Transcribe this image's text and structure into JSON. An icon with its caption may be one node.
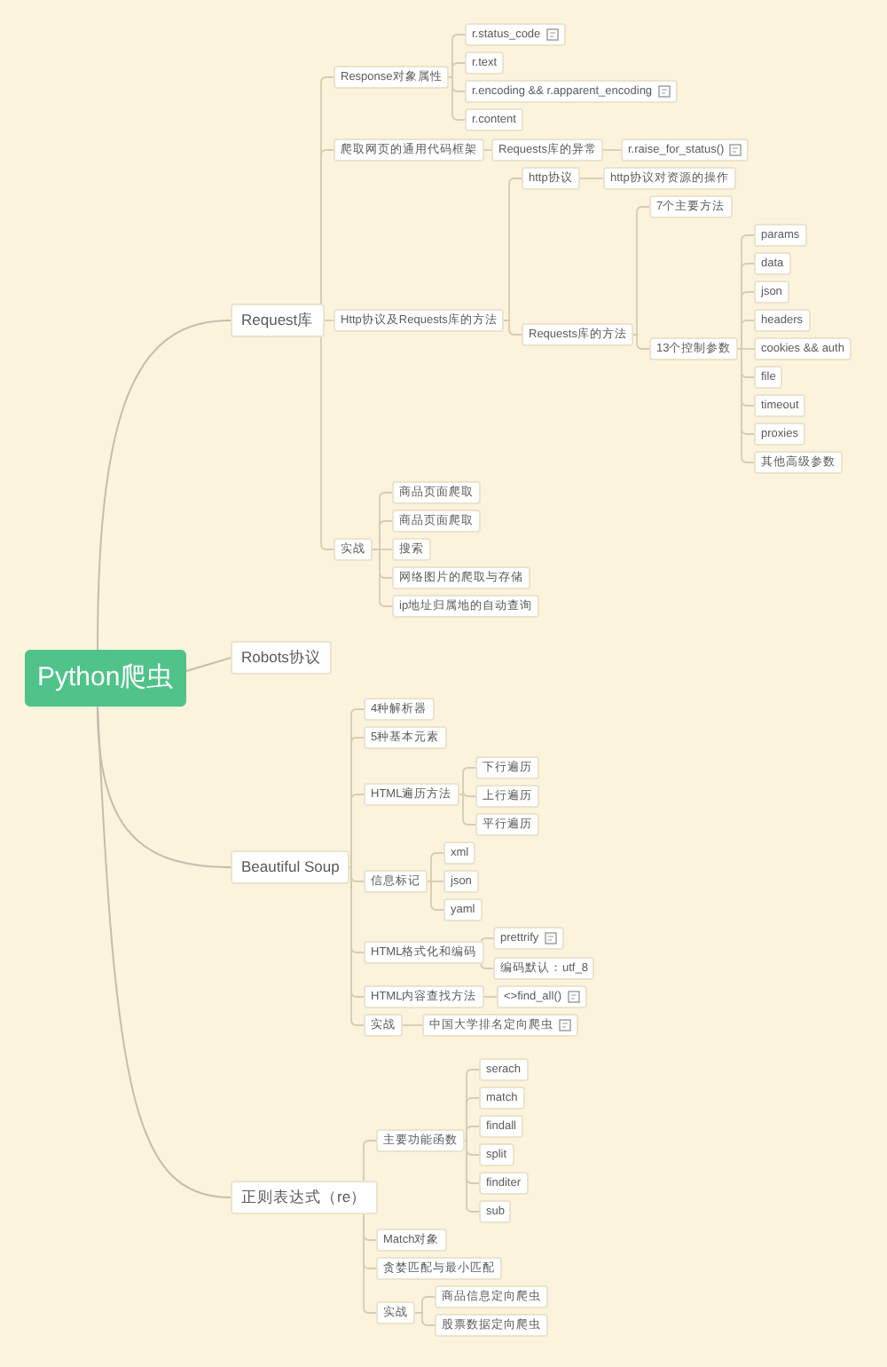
{
  "diagram": {
    "nodes": [
      {
        "text": [
          "Python爬虫"
        ]
      },
      {
        "text": [
          "Request库"
        ]
      },
      {
        "text": [
          "Response对象属性"
        ]
      },
      {
        "text": [
          "r.status_code"
        ]
      },
      {
        "text": [
          "r.text"
        ]
      },
      {
        "text": [
          "r.encoding && r.apparent_encoding"
        ]
      },
      {
        "text": [
          "r.content"
        ]
      },
      {
        "text": [
          "爬取网页的通用代码框架"
        ]
      },
      {
        "text": [
          "Requests库的异常"
        ]
      },
      {
        "text": [
          "r.raise_for_status()"
        ]
      },
      {
        "text": [
          "Http协议及Requests库的方法"
        ]
      },
      {
        "text": [
          "http协议"
        ]
      },
      {
        "text": [
          "http协议对资源的操作"
        ]
      },
      {
        "text": [
          "Requests库的方法"
        ]
      },
      {
        "text": [
          "7个主要方法"
        ]
      },
      {
        "text": [
          "13个控制参数"
        ]
      },
      {
        "text": [
          "params"
        ]
      },
      {
        "text": [
          "data"
        ]
      },
      {
        "text": [
          "json"
        ]
      },
      {
        "text": [
          "headers"
        ]
      },
      {
        "text": [
          "cookies && auth"
        ]
      },
      {
        "text": [
          "file"
        ]
      },
      {
        "text": [
          "timeout"
        ]
      },
      {
        "text": [
          "proxies"
        ]
      },
      {
        "text": [
          "其他高级参数"
        ]
      },
      {
        "text": [
          "实战"
        ]
      },
      {
        "text": [
          "商品页面爬取"
        ]
      },
      {
        "text": [
          "商品页面爬取"
        ]
      },
      {
        "text": [
          "搜索"
        ]
      },
      {
        "text": [
          "网络图片的爬取与存储"
        ]
      },
      {
        "text": [
          "ip地址归属地的自动查询"
        ]
      },
      {
        "text": [
          "Robots协议"
        ]
      },
      {
        "text": [
          "Beautiful Soup"
        ]
      },
      {
        "text": [
          "4种解析器"
        ]
      },
      {
        "text": [
          "5种基本元素"
        ]
      },
      {
        "text": [
          "HTML遍历方法"
        ]
      },
      {
        "text": [
          "下行遍历"
        ]
      },
      {
        "text": [
          "上行遍历"
        ]
      },
      {
        "text": [
          "平行遍历"
        ]
      },
      {
        "text": [
          "信息标记"
        ]
      },
      {
        "text": [
          "xml"
        ]
      },
      {
        "text": [
          "json"
        ]
      },
      {
        "text": [
          "yaml"
        ]
      },
      {
        "text": [
          "HTML格式化和编码"
        ]
      },
      {
        "text": [
          "prettrify"
        ]
      },
      {
        "text": [
          "编码默认：utf_8"
        ]
      },
      {
        "text": [
          "HTML内容查找方法"
        ]
      },
      {
        "text": [
          "<>find_all()"
        ]
      },
      {
        "text": [
          "实战"
        ]
      },
      {
        "text": [
          "中国大学排名定向爬虫"
        ]
      },
      {
        "text": [
          "正则表达式（re）"
        ]
      },
      {
        "text": [
          "主要功能函数"
        ]
      },
      {
        "text": [
          "serach"
        ]
      },
      {
        "text": [
          "match"
        ]
      },
      {
        "text": [
          "findall"
        ]
      },
      {
        "text": [
          "split"
        ]
      },
      {
        "text": [
          "finditer"
        ]
      },
      {
        "text": [
          "sub"
        ]
      },
      {
        "text": [
          "Match对象"
        ]
      },
      {
        "text": [
          "贪婪匹配与最小匹配"
        ]
      },
      {
        "text": [
          "实战"
        ]
      },
      {
        "text": [
          "商品信息定向爬虫"
        ]
      },
      {
        "text": [
          "股票数据定向爬虫"
        ]
      }
    ],
    "edges": [
      {
        "from": 0,
        "to": 1,
        "arrow": "none"
      },
      {
        "from": 1,
        "to": 2,
        "arrow": "none"
      },
      {
        "from": 2,
        "to": 3,
        "arrow": "none"
      },
      {
        "from": 2,
        "to": 4,
        "arrow": "none"
      },
      {
        "from": 2,
        "to": 5,
        "arrow": "none"
      },
      {
        "from": 2,
        "to": 6,
        "arrow": "none"
      },
      {
        "from": 1,
        "to": 7,
        "arrow": "none"
      },
      {
        "from": 7,
        "to": 8,
        "arrow": "none"
      },
      {
        "from": 8,
        "to": 9,
        "arrow": "none"
      },
      {
        "from": 1,
        "to": 10,
        "arrow": "none"
      },
      {
        "from": 10,
        "to": 11,
        "arrow": "none"
      },
      {
        "from": 11,
        "to": 12,
        "arrow": "none"
      },
      {
        "from": 10,
        "to": 13,
        "arrow": "none"
      },
      {
        "from": 13,
        "to": 14,
        "arrow": "none"
      },
      {
        "from": 13,
        "to": 15,
        "arrow": "none"
      },
      {
        "from": 15,
        "to": 16,
        "arrow": "none"
      },
      {
        "from": 15,
        "to": 17,
        "arrow": "none"
      },
      {
        "from": 15,
        "to": 18,
        "arrow": "none"
      },
      {
        "from": 15,
        "to": 19,
        "arrow": "none"
      },
      {
        "from": 15,
        "to": 20,
        "arrow": "none"
      },
      {
        "from": 15,
        "to": 21,
        "arrow": "none"
      },
      {
        "from": 15,
        "to": 22,
        "arrow": "none"
      },
      {
        "from": 15,
        "to": 23,
        "arrow": "none"
      },
      {
        "from": 15,
        "to": 24,
        "arrow": "none"
      },
      {
        "from": 1,
        "to": 25,
        "arrow": "none"
      },
      {
        "from": 25,
        "to": 26,
        "arrow": "none"
      },
      {
        "from": 25,
        "to": 27,
        "arrow": "none"
      },
      {
        "from": 25,
        "to": 28,
        "arrow": "none"
      },
      {
        "from": 25,
        "to": 29,
        "arrow": "none"
      },
      {
        "from": 25,
        "to": 30,
        "arrow": "none"
      },
      {
        "from": 0,
        "to": 31,
        "arrow": "none"
      },
      {
        "from": 0,
        "to": 32,
        "arrow": "none"
      },
      {
        "from": 32,
        "to": 33,
        "arrow": "none"
      },
      {
        "from": 32,
        "to": 34,
        "arrow": "none"
      },
      {
        "from": 32,
        "to": 35,
        "arrow": "none"
      },
      {
        "from": 35,
        "to": 36,
        "arrow": "none"
      },
      {
        "from": 35,
        "to": 37,
        "arrow": "none"
      },
      {
        "from": 35,
        "to": 38,
        "arrow": "none"
      },
      {
        "from": 32,
        "to": 39,
        "arrow": "none"
      },
      {
        "from": 39,
        "to": 40,
        "arrow": "none"
      },
      {
        "from": 39,
        "to": 41,
        "arrow": "none"
      },
      {
        "from": 39,
        "to": 42,
        "arrow": "none"
      },
      {
        "from": 32,
        "to": 43,
        "arrow": "none"
      },
      {
        "from": 43,
        "to": 44,
        "arrow": "none"
      },
      {
        "from": 43,
        "to": 45,
        "arrow": "none"
      },
      {
        "from": 32,
        "to": 46,
        "arrow": "none"
      },
      {
        "from": 46,
        "to": 47,
        "arrow": "none"
      },
      {
        "from": 32,
        "to": 48,
        "arrow": "none"
      },
      {
        "from": 48,
        "to": 49,
        "arrow": "none"
      },
      {
        "from": 0,
        "to": 50,
        "arrow": "none"
      },
      {
        "from": 50,
        "to": 51,
        "arrow": "none"
      },
      {
        "from": 51,
        "to": 52,
        "arrow": "none"
      },
      {
        "from": 51,
        "to": 53,
        "arrow": "none"
      },
      {
        "from": 51,
        "to": 54,
        "arrow": "none"
      },
      {
        "from": 51,
        "to": 55,
        "arrow": "none"
      },
      {
        "from": 51,
        "to": 56,
        "arrow": "none"
      },
      {
        "from": 51,
        "to": 57,
        "arrow": "none"
      },
      {
        "from": 50,
        "to": 58,
        "arrow": "none"
      },
      {
        "from": 50,
        "to": 59,
        "arrow": "none"
      },
      {
        "from": 50,
        "to": 60,
        "arrow": "none"
      },
      {
        "from": 60,
        "to": 61,
        "arrow": "none"
      },
      {
        "from": 60,
        "to": 62,
        "arrow": "none"
      }
    ]
  }
}
